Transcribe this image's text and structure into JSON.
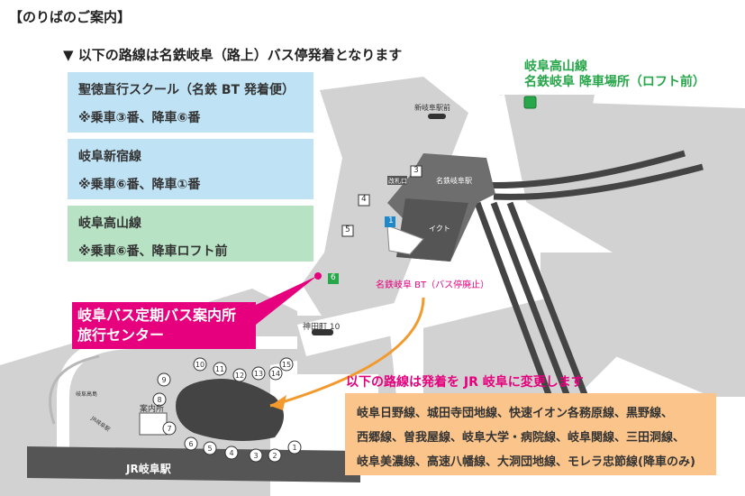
{
  "title": "【のりばのご案内】",
  "subtitle": "▼ 以下の路線は名鉄岐阜（路上）バス停発着となります",
  "routes": [
    {
      "name": "聖徳直行スクール（名鉄 BT 発着便）",
      "note": "※乗車③番、降車⑥番",
      "color": "#bfe3f5"
    },
    {
      "name": "岐阜新宿線",
      "note": "※乗車⑥番、降車①番",
      "color": "#bfe3f5"
    },
    {
      "name": "岐阜高山線",
      "note": "※乗車⑥番、降車ロフト前",
      "color": "#b7e2c4"
    }
  ],
  "takayama_drop": {
    "line1": "岐阜高山線",
    "line2": "名鉄岐阜 降車場所（ロフト前）",
    "color": "#27a64a"
  },
  "info_center": {
    "line1": "岐阜バス定期バス案内所",
    "line2": "旅行センター",
    "color": "#e6007e"
  },
  "map_labels": {
    "shin_gifu_station": "新岐阜駅前",
    "meitetsu_gifu_station": "名鉄岐阜駅",
    "ikuto": "イクト",
    "kaisatsu": "改札口",
    "meitetsu_bt": "名鉄岐阜 BT（バス停廃止）",
    "kandamachi": "神田町 10",
    "annaijo": "案内所",
    "jr_gifu_station": "JR岐阜駅",
    "small_left1": "岐阜高島",
    "small_left2": "JR岐阜駅"
  },
  "stops_meitetsu": [
    "1",
    "3",
    "4",
    "5",
    "6"
  ],
  "stops_jr": [
    "9",
    "10",
    "11",
    "12",
    "13",
    "14",
    "15",
    "8",
    "7",
    "6",
    "5",
    "4",
    "3",
    "2",
    "1"
  ],
  "notice": "以下の路線は発着を JR 岐阜に変更します",
  "changed_lines": [
    "岐阜日野線、城田寺団地線、快速イオン各務原線、黒野線、",
    "西郷線、曽我屋線、岐阜大学・病院線、岐阜関線、三田洞線、",
    "岐阜美濃線、高速八幡線、大洞団地線、モレラ忠節線(降車のみ)"
  ],
  "colors": {
    "magenta": "#e6007e",
    "orange": "#f39a2e",
    "green": "#27a64a",
    "blue_stop": "#1e88c8",
    "road": "#d2d2d2",
    "building": "#6e6e6e",
    "dark": "#444444"
  }
}
